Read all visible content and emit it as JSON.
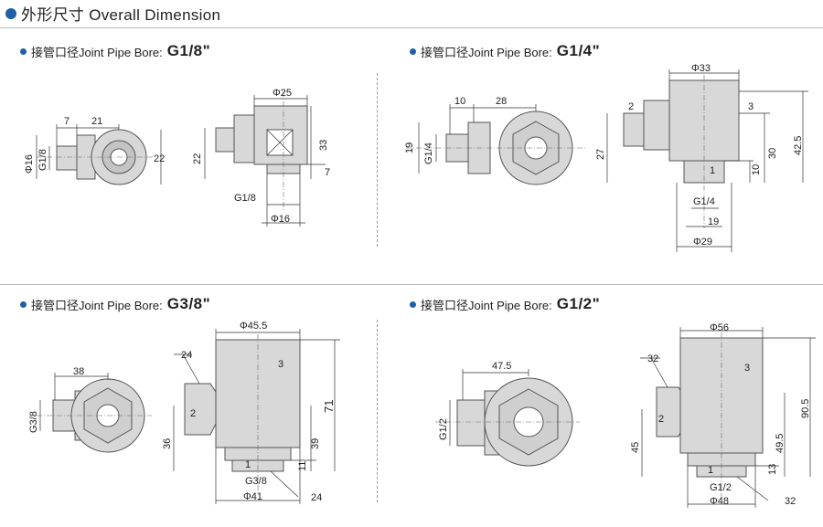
{
  "header": {
    "title": "外形尺寸 Overall Dimension"
  },
  "sections": [
    {
      "prefix": "接管口径Joint Pipe Bore:",
      "size": "G1/8\""
    },
    {
      "prefix": "接管口径Joint Pipe Bore:",
      "size": "G1/4\""
    },
    {
      "prefix": "接管口径Joint Pipe Bore:",
      "size": "G3/8\""
    },
    {
      "prefix": "接管口径Joint Pipe Bore:",
      "size": "G1/2\""
    }
  ],
  "g18": {
    "d7": "7",
    "d21": "21",
    "phi16": "Φ16",
    "g18v": "G1/8",
    "d22": "22",
    "phi25": "Φ25",
    "d22b": "22",
    "d33": "33",
    "d7b": "7",
    "g18h": "G1/8",
    "phi16b": "Φ16"
  },
  "g14": {
    "d10": "10",
    "d28": "28",
    "d19": "19",
    "g14v": "G1/4",
    "phi33": "Φ33",
    "p2": "2",
    "p3": "3",
    "p1": "1",
    "d27": "27",
    "d30": "30",
    "d425": "42.5",
    "d10b": "10",
    "g14h": "G1/4",
    "s19": "19",
    "phi29": "Φ29"
  },
  "g38": {
    "d38": "38",
    "g38v": "G3/8",
    "s24": "24",
    "phi455": "Φ45.5",
    "p3": "3",
    "p2": "2",
    "p1": "1",
    "d36": "36",
    "d39": "39",
    "d71": "71",
    "d11": "11",
    "g38h": "G3/8",
    "phi41": "Φ41",
    "s24b": "24"
  },
  "g12": {
    "d475": "47.5",
    "g12v": "G1/2",
    "phi56": "Φ56",
    "s32": "32",
    "p3": "3",
    "p2": "2",
    "p1": "1",
    "d45": "45",
    "d495": "49.5",
    "d905": "90.5",
    "d13": "13",
    "g12h": "G1/2",
    "phi48": "Φ48",
    "s32b": "32"
  }
}
